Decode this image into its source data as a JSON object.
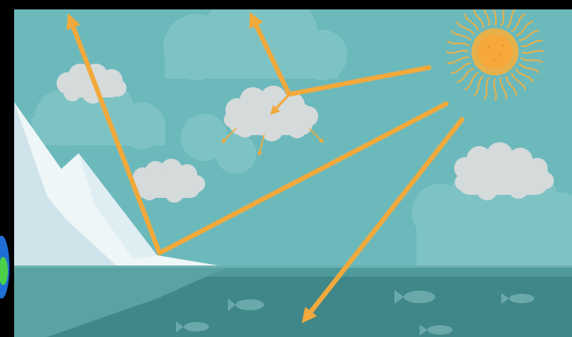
{
  "scene": {
    "colors": {
      "frame": "#000000",
      "sky": "#6cb9bc",
      "sky_cloud_band": "#7ec3c4",
      "cloud": "#d5dadb",
      "ice_light": "#eef6f8",
      "ice_shadow": "#cfe3ea",
      "sea_surface": "#4f9a9b",
      "sea_deep": "#3f8788",
      "fish": "#6aa9a9",
      "arrow": "#f2a93b",
      "sun_core": "#f7a83a",
      "sun_rays": "#e6b04a",
      "edge_blob_blue": "#1f6fd6",
      "edge_blob_green": "#4bd04a"
    },
    "elements": [
      "sun-icon",
      "cloud-icon",
      "iceberg-icon",
      "fish-icon",
      "reflected-ray-arrow",
      "scattered-ray-arrow",
      "incoming-ray-arrow"
    ]
  }
}
